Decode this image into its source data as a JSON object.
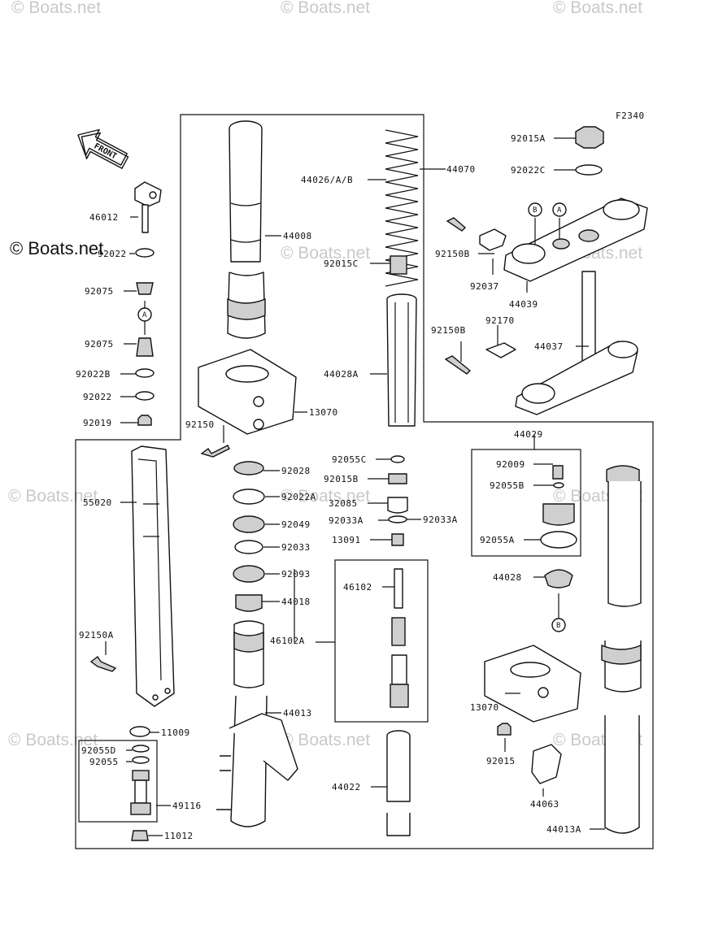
{
  "diagram": {
    "figure_code": "F2340",
    "front_label": "FRONT",
    "owner_watermark": "© Boats.net",
    "faint_watermark": "© Boats.net",
    "ref_marks": [
      "A",
      "B"
    ],
    "parts": [
      {
        "id": "p46012",
        "label": "46012"
      },
      {
        "id": "p92022a",
        "label": "92022"
      },
      {
        "id": "p92075a",
        "label": "92075"
      },
      {
        "id": "p92075b",
        "label": "92075"
      },
      {
        "id": "p92022b_l",
        "label": "92022B"
      },
      {
        "id": "p92022c",
        "label": "92022"
      },
      {
        "id": "p92019",
        "label": "92019"
      },
      {
        "id": "p44008",
        "label": "44008"
      },
      {
        "id": "p44026",
        "label": "44026/A/B"
      },
      {
        "id": "p44070",
        "label": "44070"
      },
      {
        "id": "p92015c",
        "label": "92015C"
      },
      {
        "id": "p44028a",
        "label": "44028A"
      },
      {
        "id": "p13070a",
        "label": "13070"
      },
      {
        "id": "p92150",
        "label": "92150"
      },
      {
        "id": "p92015a",
        "label": "92015A"
      },
      {
        "id": "p92022cc",
        "label": "92022C"
      },
      {
        "id": "p92150b1",
        "label": "92150B"
      },
      {
        "id": "p92037",
        "label": "92037"
      },
      {
        "id": "p44039",
        "label": "44039"
      },
      {
        "id": "p92150b2",
        "label": "92150B"
      },
      {
        "id": "p92170",
        "label": "92170"
      },
      {
        "id": "p44037",
        "label": "44037"
      },
      {
        "id": "p44029",
        "label": "44029"
      },
      {
        "id": "p92009",
        "label": "92009"
      },
      {
        "id": "p92055b",
        "label": "92055B"
      },
      {
        "id": "p92055a",
        "label": "92055A"
      },
      {
        "id": "p44028",
        "label": "44028"
      },
      {
        "id": "p13070b",
        "label": "13070"
      },
      {
        "id": "p92015",
        "label": "92015"
      },
      {
        "id": "p44063",
        "label": "44063"
      },
      {
        "id": "p44013a",
        "label": "44013A"
      },
      {
        "id": "p55020",
        "label": "55020"
      },
      {
        "id": "p92150a",
        "label": "92150A"
      },
      {
        "id": "p11009",
        "label": "11009"
      },
      {
        "id": "p92055d",
        "label": "92055D"
      },
      {
        "id": "p92055",
        "label": "92055"
      },
      {
        "id": "p49116",
        "label": "49116"
      },
      {
        "id": "p11012",
        "label": "11012"
      },
      {
        "id": "p92028",
        "label": "92028"
      },
      {
        "id": "p92022a2",
        "label": "92022A"
      },
      {
        "id": "p92049",
        "label": "92049"
      },
      {
        "id": "p92033",
        "label": "92033"
      },
      {
        "id": "p92093",
        "label": "92093"
      },
      {
        "id": "p44018",
        "label": "44018"
      },
      {
        "id": "p46102a",
        "label": "46102A"
      },
      {
        "id": "p44013",
        "label": "44013"
      },
      {
        "id": "p92055c",
        "label": "92055C"
      },
      {
        "id": "p92015b",
        "label": "92015B"
      },
      {
        "id": "p32085",
        "label": "32085"
      },
      {
        "id": "p92033a1",
        "label": "92033A"
      },
      {
        "id": "p92033a2",
        "label": "92033A"
      },
      {
        "id": "p13091",
        "label": "13091"
      },
      {
        "id": "p46102",
        "label": "46102"
      },
      {
        "id": "p44022",
        "label": "44022"
      }
    ]
  }
}
